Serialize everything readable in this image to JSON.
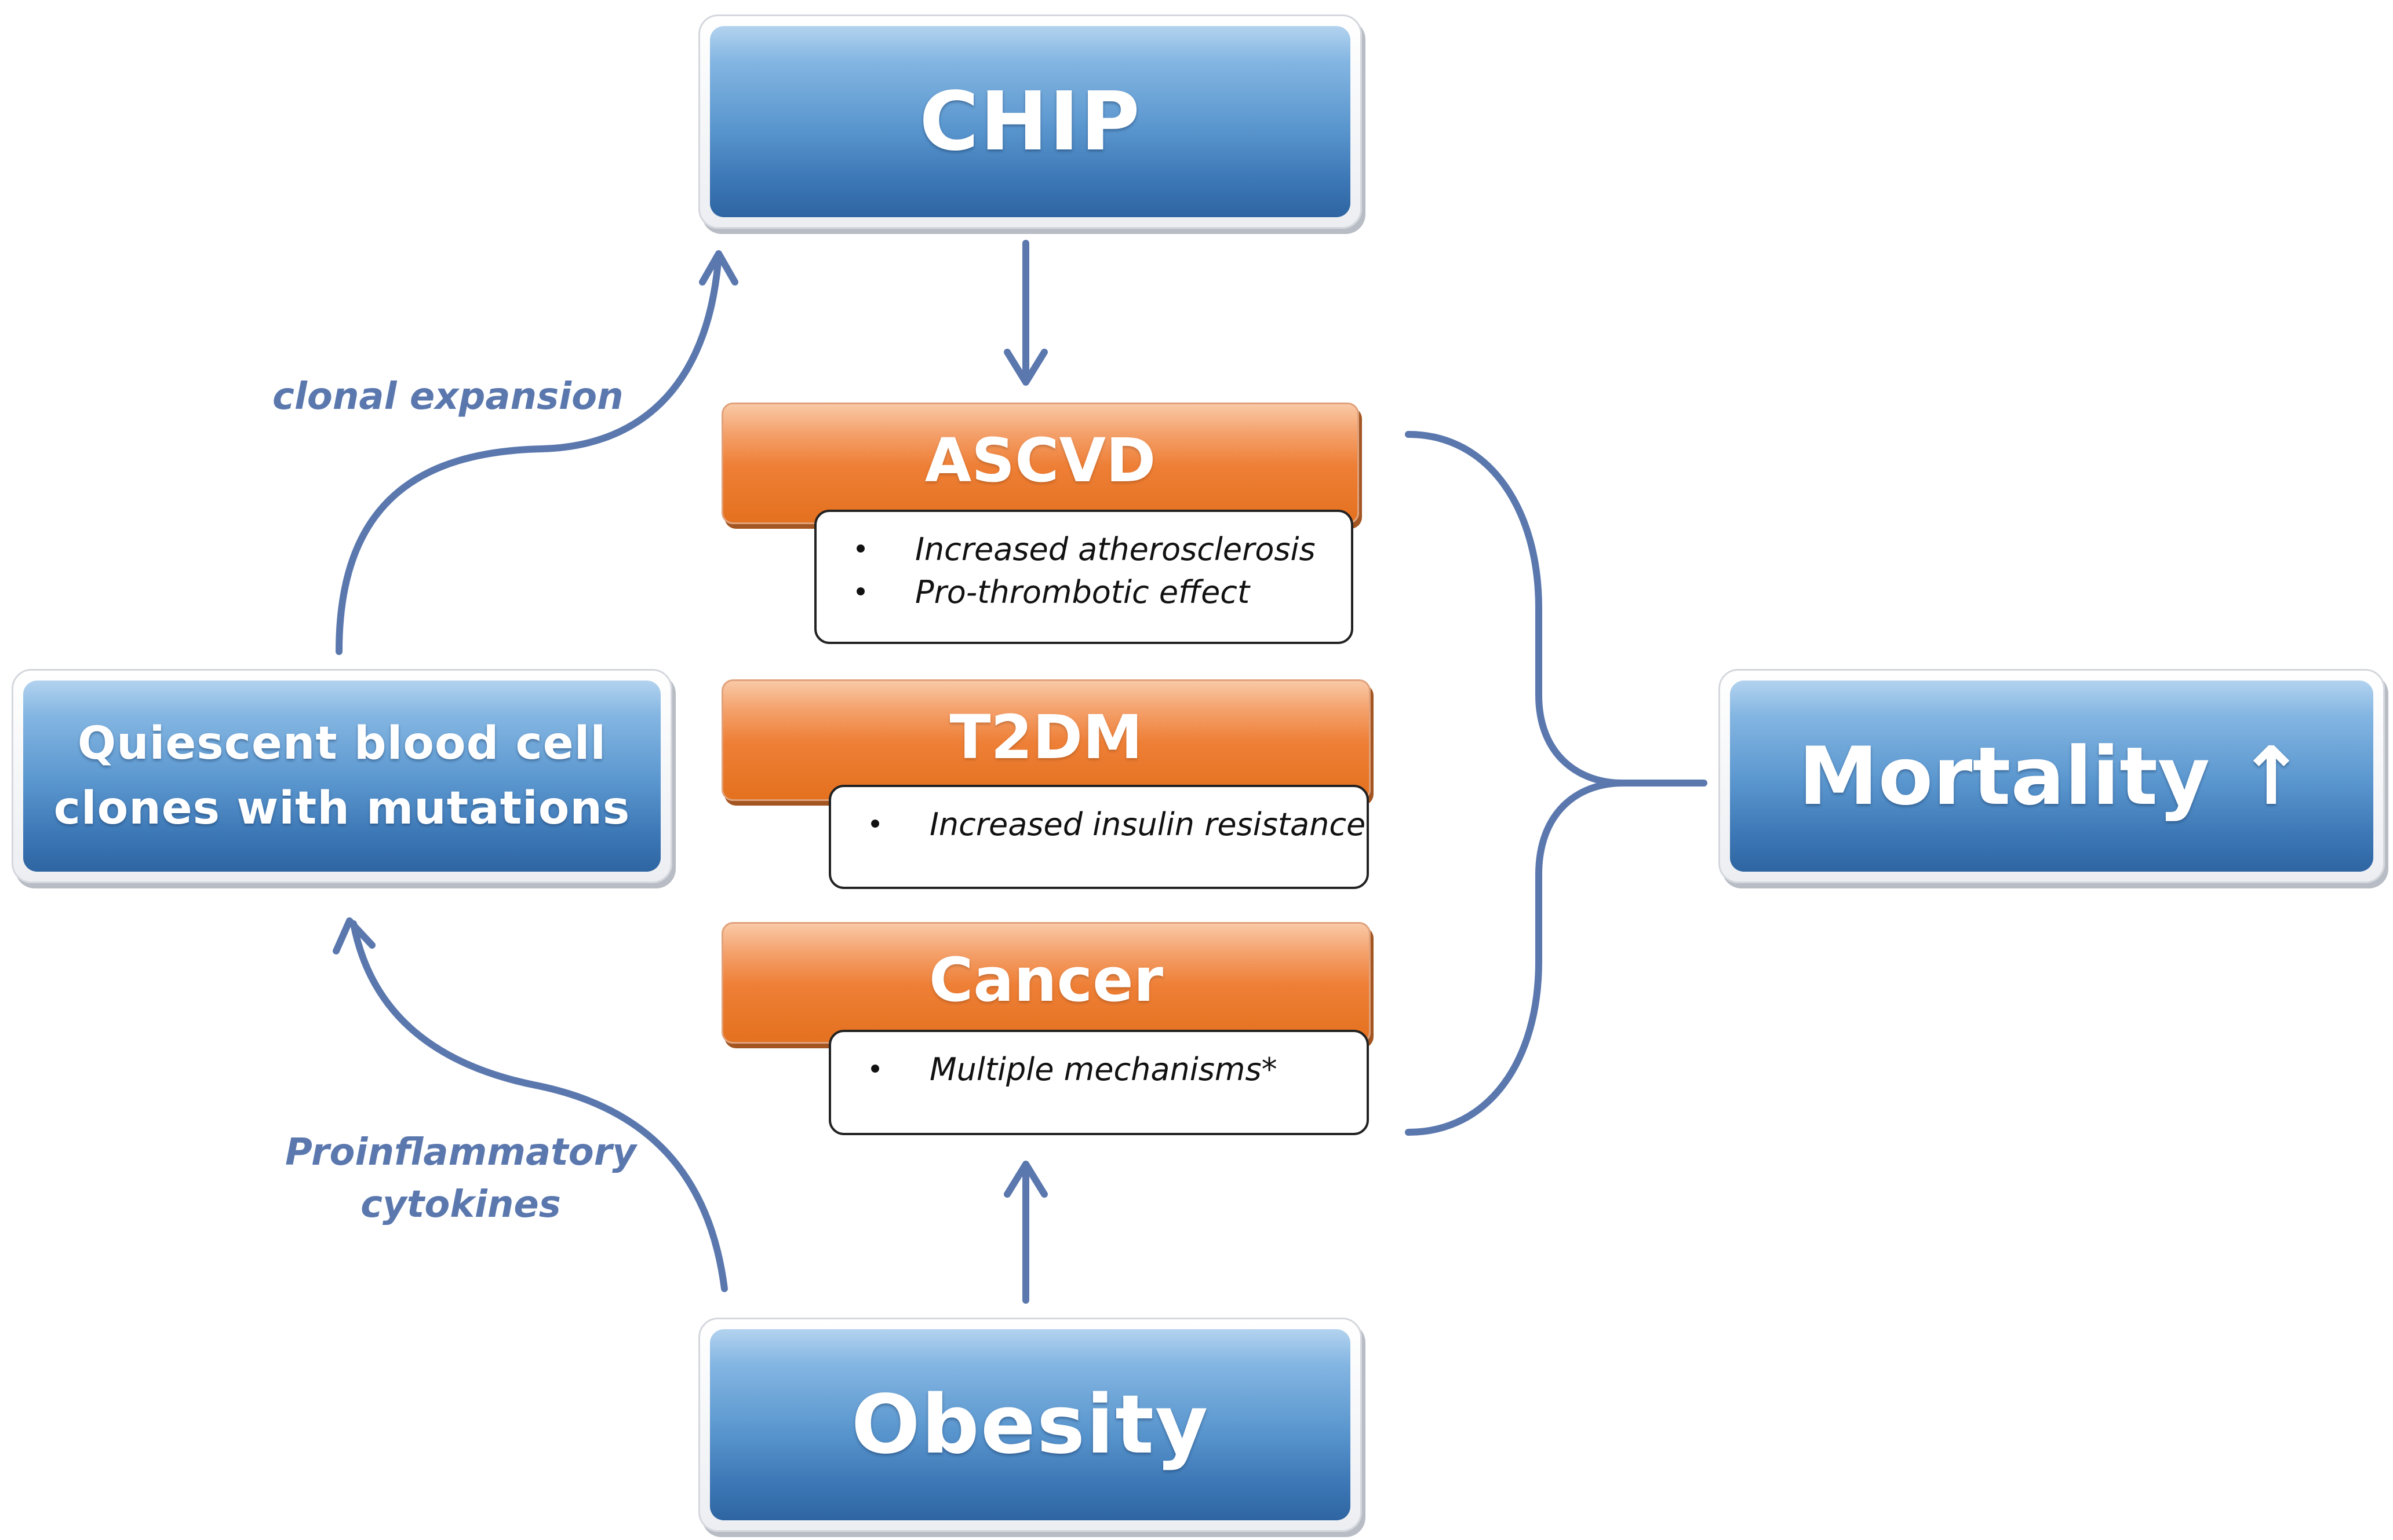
{
  "nodes": {
    "chip": "CHIP",
    "clones": "Quiescent blood cell clones with mutations",
    "obesity": "Obesity",
    "mortality": "Mortality ↑"
  },
  "diseases": [
    {
      "name": "ASCVD",
      "mechanisms": [
        "Increased atherosclerosis",
        "Pro-thrombotic effect"
      ]
    },
    {
      "name": "T2DM",
      "mechanisms": [
        "Increased insulin resistance"
      ]
    },
    {
      "name": "Cancer",
      "mechanisms": [
        "Multiple mechanisms*"
      ]
    }
  ],
  "edge_labels": {
    "clonal_expansion": "clonal expansion",
    "proinflammatory_line1": "Proinflammatory",
    "proinflammatory_line2": "cytokines"
  },
  "colors": {
    "arrow": "#5b78ae",
    "node_blue": "#3d78b6",
    "disease_orange": "#ee7f36",
    "label_text": "#5b78ae"
  }
}
